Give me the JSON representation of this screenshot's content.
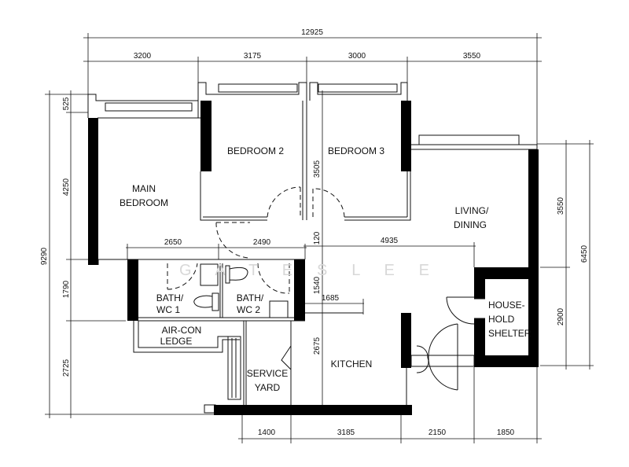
{
  "plan": {
    "rooms": {
      "main_bedroom_line1": "MAIN",
      "main_bedroom_line2": "BEDROOM",
      "bedroom2": "BEDROOM  2",
      "bedroom3": "BEDROOM  3",
      "living_line1": "LIVING/",
      "living_line2": "DINING",
      "bath1_line1": "BATH/",
      "bath1_line2": "WC  1",
      "bath2_line1": "BATH/",
      "bath2_line2": "WC  2",
      "aircon_line1": "AIR-CON",
      "aircon_line2": "LEDGE",
      "service_line1": "SERVICE",
      "service_line2": "YARD",
      "kitchen": "KITCHEN",
      "shelter_line1": "HOUSE-",
      "shelter_line2": "HOLD",
      "shelter_line3": "SHELTER"
    },
    "dimensions": {
      "top_total": "12925",
      "top": [
        "3200",
        "3175",
        "3000",
        "3550"
      ],
      "left_total": "9290",
      "left": [
        "525",
        "4250",
        "1790",
        "2725"
      ],
      "right_total": "6450",
      "right": [
        "3550",
        "2900"
      ],
      "bottom": [
        "1400",
        "3185",
        "2150",
        "1850"
      ],
      "interior_horizontal": [
        "2650",
        "2490",
        "4935",
        "1685"
      ],
      "interior_vertical": [
        "3505",
        "120",
        "1540",
        "2675"
      ]
    },
    "watermark": "G A T E S   L E E"
  }
}
